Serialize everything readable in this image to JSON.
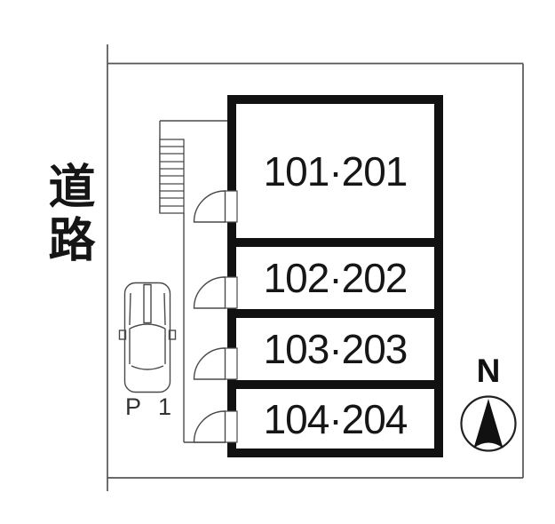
{
  "road": {
    "label": "道路"
  },
  "building": {
    "rooms": [
      {
        "label": "101·201"
      },
      {
        "label": "102·202"
      },
      {
        "label": "103·203"
      },
      {
        "label": "104·204"
      }
    ]
  },
  "parking": {
    "label": "P 1"
  },
  "compass": {
    "label": "N"
  },
  "icons": {
    "stairs": "stairs-icon",
    "car": "car-icon",
    "doors": "door-swing-icon",
    "compass_needle": "compass-north-needle-icon"
  },
  "colors": {
    "background": "#ffffff",
    "wall": "#111111",
    "thin_line": "#4a4a4a",
    "boundary_line": "#555555",
    "text": "#1a1a1a"
  }
}
